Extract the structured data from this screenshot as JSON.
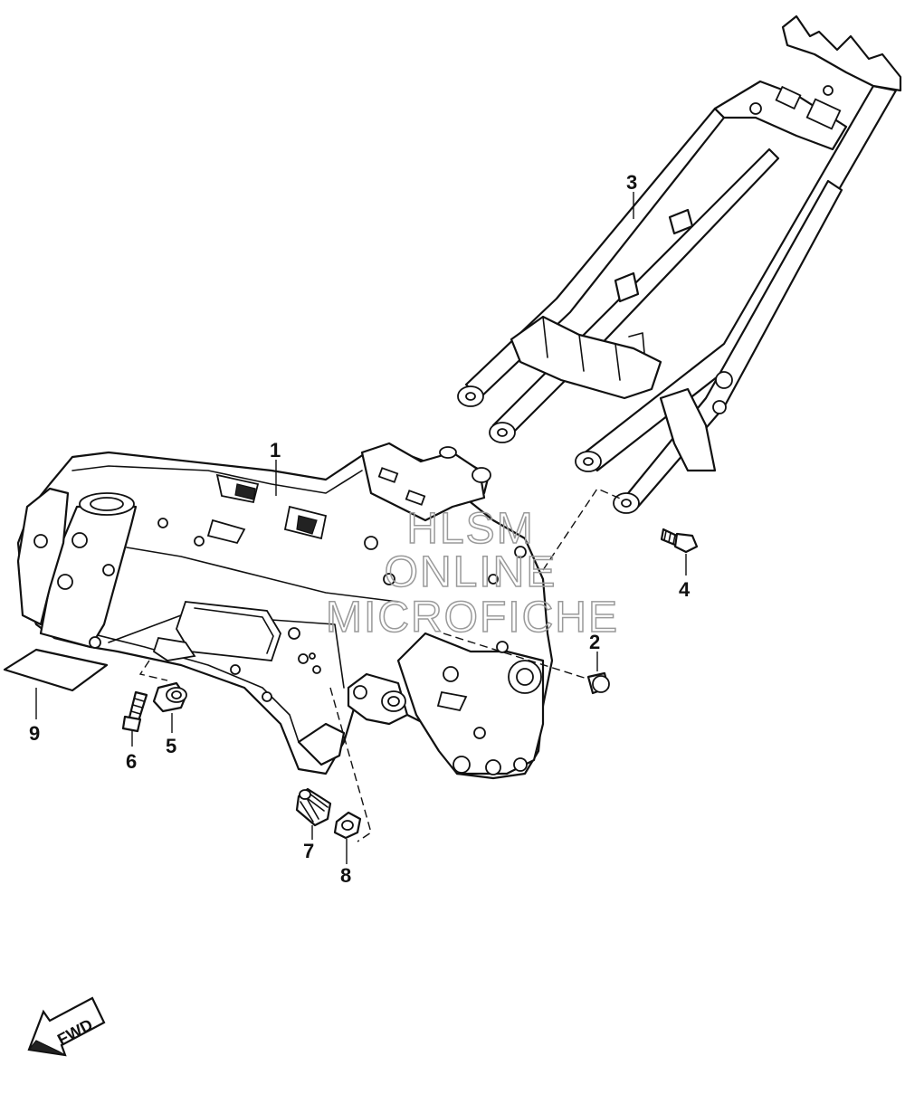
{
  "callouts": {
    "c1": "1",
    "c2": "2",
    "c3": "3",
    "c4": "4",
    "c5": "5",
    "c6": "6",
    "c7": "7",
    "c8": "8",
    "c9": "9"
  },
  "watermark": {
    "line1": "HLSM",
    "line2": "ONLINE",
    "line3": "MICROFICHE"
  },
  "direction_arrow": {
    "label": "FWD"
  }
}
